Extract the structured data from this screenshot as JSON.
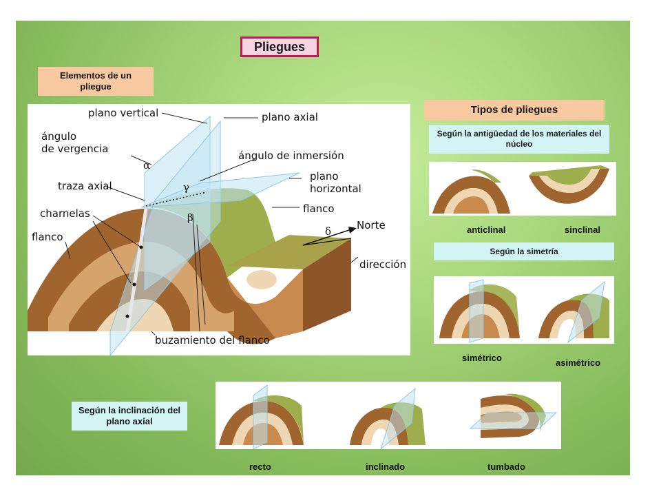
{
  "title": "Pliegues",
  "elements_box": "Elementos de un pliegue",
  "diagram_labels": {
    "plano_vertical": "plano vertical",
    "plano_axial": "plano axial",
    "angulo_vergencia": "ángulo\nde vergencia",
    "angulo_inmersion": "ángulo de inmersión",
    "plano_horizontal": "plano\nhorizontal",
    "traza_axial": "traza axial",
    "charnelas": "charnelas",
    "flanco_izq": "flanco",
    "flanco_der": "flanco",
    "norte": "Norte",
    "direccion": "dirección",
    "buzamiento": "buzamiento del flanco",
    "alpha": "α",
    "gamma": "γ",
    "beta": "β",
    "delta": "δ"
  },
  "types": {
    "heading": "Tipos de pliegues",
    "age_box": "Según la antigüedad de los materiales del núcleo",
    "anticlinal": "anticlinal",
    "sinclinal": "sinclinal",
    "symmetry_box": "Según la simetría",
    "simetrico": "simétrico",
    "asimetrico": "asimétrico",
    "inclination_box": "Según la inclinación del plano axial",
    "recto": "recto",
    "inclinado": "inclinado",
    "tumbado": "tumbado"
  },
  "colors": {
    "background": "#a7d67a",
    "salmon_box": "#f8c9a1",
    "cyan_box": "#d2f4f4",
    "title_border": "#c2185b",
    "rock_dark": "#a0642f",
    "rock_mid": "#c98a4d",
    "rock_light": "#efd7b4",
    "grass": "#9eae4c",
    "plane": "#bfe3f2"
  }
}
